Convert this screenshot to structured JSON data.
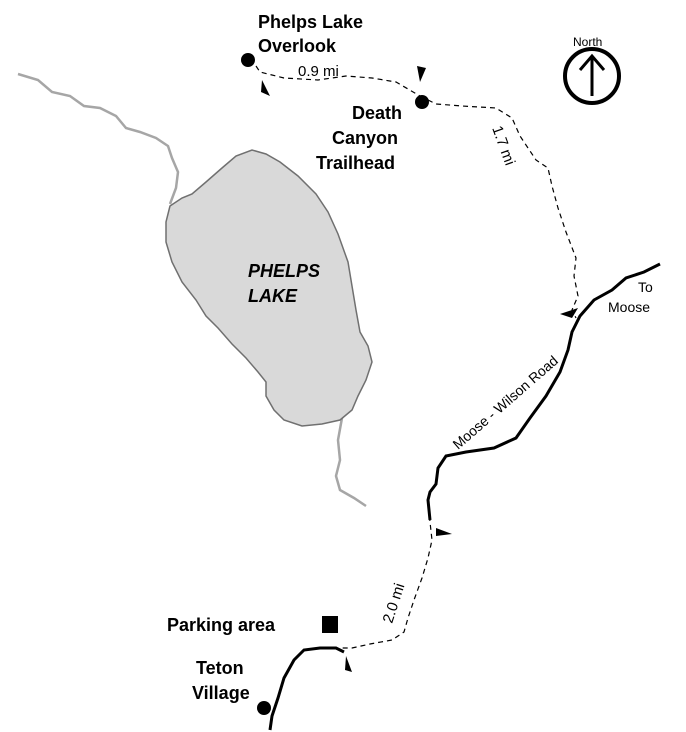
{
  "map": {
    "lake_label": [
      "PHELPS",
      "LAKE"
    ],
    "overlook_label": [
      "Phelps Lake",
      "Overlook"
    ],
    "trailhead_label": [
      "Death",
      "Canyon",
      "Trailhead"
    ],
    "village_label": [
      "Teton",
      "Village"
    ],
    "parking_label": "Parking area",
    "road_label": "Moose - Wilson Road",
    "to_moose_label": [
      "To",
      "Moose"
    ],
    "north_label": "North",
    "distances": {
      "overlook_to_trailhead": "0.9 mi",
      "trailhead_to_road": "1.7 mi",
      "road_to_parking": "2.0 mi"
    },
    "colors": {
      "lake_fill": "#d9d9d9",
      "stream": "#a6a6a6",
      "ink": "#000000"
    },
    "icons": [
      "north-arrow-icon",
      "location-dot-icon",
      "parking-square-icon",
      "direction-arrowhead-icon"
    ]
  }
}
